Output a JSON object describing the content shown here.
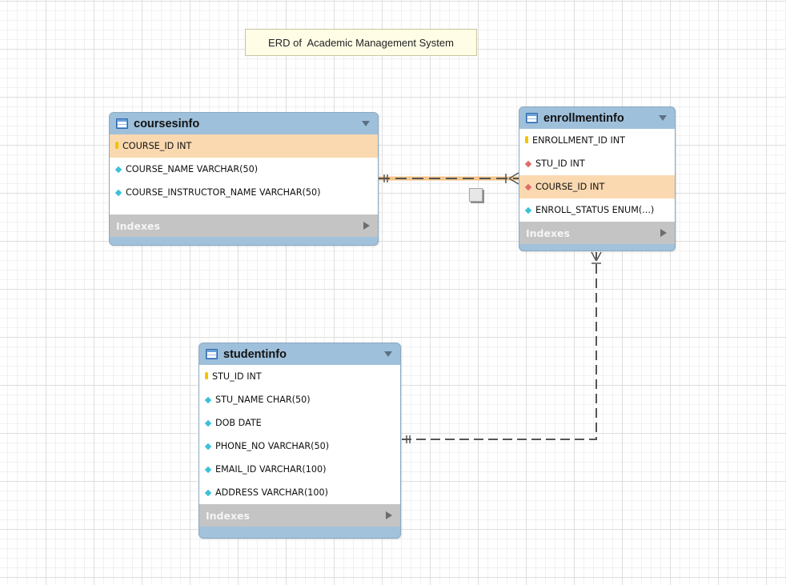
{
  "diagram": {
    "title": "ERD of  Academic Management System"
  },
  "colors": {
    "header": "#9fc0db",
    "highlight_row": "#fbd9b0",
    "indexes_bar": "#c4c4c4",
    "relationship_line": "#555555",
    "selected_relationship": "#f0a030"
  },
  "entities": {
    "coursesinfo": {
      "name": "coursesinfo",
      "fields": [
        {
          "label": "COURSE_ID INT",
          "icon": "primary-key-icon"
        },
        {
          "label": "COURSE_NAME VARCHAR(50)",
          "icon": "attribute-diamond-icon"
        },
        {
          "label": "COURSE_INSTRUCTOR_NAME VARCHAR(50)",
          "icon": "attribute-diamond-icon"
        }
      ],
      "indexes_label": "Indexes"
    },
    "enrollmentinfo": {
      "name": "enrollmentinfo",
      "fields": [
        {
          "label": "ENROLLMENT_ID INT",
          "icon": "primary-key-icon"
        },
        {
          "label": "STU_ID INT",
          "icon": "foreign-key-diamond-icon"
        },
        {
          "label": "COURSE_ID INT",
          "icon": "foreign-key-diamond-icon"
        },
        {
          "label": "ENROLL_STATUS ENUM(...)",
          "icon": "attribute-diamond-icon"
        }
      ],
      "indexes_label": "Indexes"
    },
    "studentinfo": {
      "name": "studentinfo",
      "fields": [
        {
          "label": "STU_ID INT",
          "icon": "primary-key-icon"
        },
        {
          "label": "STU_NAME CHAR(50)",
          "icon": "attribute-diamond-icon"
        },
        {
          "label": "DOB DATE",
          "icon": "attribute-diamond-icon"
        },
        {
          "label": "PHONE_NO VARCHAR(50)",
          "icon": "attribute-diamond-icon"
        },
        {
          "label": "EMAIL_ID VARCHAR(100)",
          "icon": "attribute-diamond-icon"
        },
        {
          "label": "ADDRESS VARCHAR(100)",
          "icon": "attribute-diamond-icon"
        }
      ],
      "indexes_label": "Indexes"
    }
  },
  "relationships": [
    {
      "from": "coursesinfo",
      "to": "enrollmentinfo",
      "from_cardinality": "one-and-only-one",
      "to_cardinality": "one-or-many",
      "selected": true
    },
    {
      "from": "studentinfo",
      "to": "enrollmentinfo",
      "from_cardinality": "one-and-only-one",
      "to_cardinality": "one-or-many",
      "selected": false
    }
  ]
}
